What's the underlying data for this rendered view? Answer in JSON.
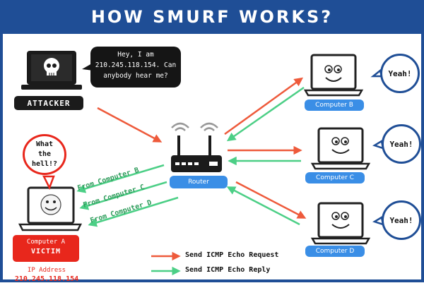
{
  "title": "HOW SMURF WORKS?",
  "attacker": {
    "label": "ATTACKER",
    "speech": "Hey, I am\n210.245.118.154. Can\nanybody hear me?"
  },
  "router": {
    "label": "Router"
  },
  "computers": [
    {
      "label": "Computer B",
      "reply": "Yeah!"
    },
    {
      "label": "Computer C",
      "reply": "Yeah!"
    },
    {
      "label": "Computer D",
      "reply": "Yeah!"
    }
  ],
  "victim": {
    "name": "Computer A",
    "role": "VICTIM",
    "speech": "What the hell!?",
    "ip_label": "IP Address",
    "ip": "210.245.118.154"
  },
  "incoming": [
    "From Computer B",
    "From Computer C",
    "From Computer D"
  ],
  "legend": {
    "request": "Send ICMP Echo Request",
    "reply": "Send ICMP Echo Reply"
  },
  "colors": {
    "request": "#ee5a3b",
    "reply": "#4ccf86",
    "header": "#1f4e96",
    "pill": "#3a8ee6",
    "victim": "#e8271c"
  }
}
